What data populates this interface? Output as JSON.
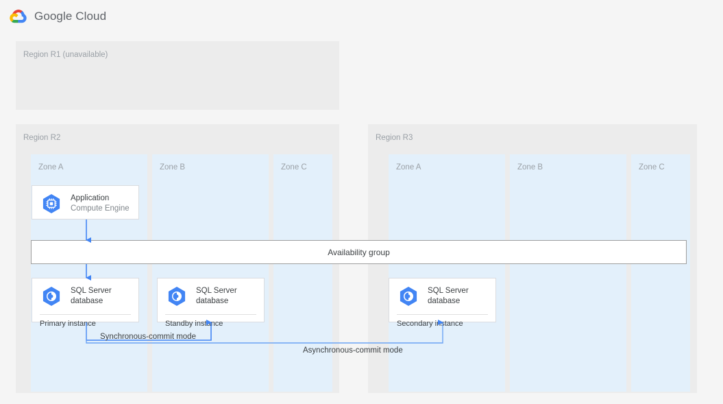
{
  "header": {
    "logo_icon": "google-cloud-logo",
    "title": "Google Cloud",
    "logo_colors": {
      "red": "#EA4335",
      "yellow": "#FBBC05",
      "green": "#34A853",
      "blue": "#4285F4"
    }
  },
  "colors": {
    "page_background": "#f5f5f5",
    "region_background": "#ececec",
    "zone_background": "#e3f0fb",
    "card_background": "#ffffff",
    "card_border": "#dadce0",
    "bar_border": "#9e9e9e",
    "connector_blue": "#4285f4",
    "icon_blue": "#4285f4",
    "muted_text": "#9aa0a6",
    "primary_text": "#3c4043"
  },
  "regions": [
    {
      "id": "r1",
      "label": "Region R1 (unavailable)",
      "available": false,
      "zones": []
    },
    {
      "id": "r2",
      "label": "Region R2",
      "available": true,
      "zones": [
        {
          "id": "r2-zone-a",
          "label": "Zone A"
        },
        {
          "id": "r2-zone-b",
          "label": "Zone B"
        },
        {
          "id": "r2-zone-c",
          "label": "Zone C"
        }
      ]
    },
    {
      "id": "r3",
      "label": "Region R3",
      "available": true,
      "zones": [
        {
          "id": "r3-zone-a",
          "label": "Zone A"
        },
        {
          "id": "r3-zone-b",
          "label": "Zone B"
        },
        {
          "id": "r3-zone-c",
          "label": "Zone C"
        }
      ]
    }
  ],
  "cards": {
    "application": {
      "icon": "compute-engine-icon",
      "title": "Application",
      "subtitle": "Compute Engine"
    },
    "primary_db": {
      "icon": "sql-server-database-icon",
      "title": "SQL Server\ndatabase",
      "footer": "Primary instance"
    },
    "standby_db": {
      "icon": "sql-server-database-icon",
      "title": "SQL Server\ndatabase",
      "footer": "Standby instance"
    },
    "secondary_db": {
      "icon": "sql-server-database-icon",
      "title": "SQL Server\ndatabase",
      "footer": "Secondary instance"
    }
  },
  "availability_group": {
    "label": "Availability group"
  },
  "connectors": {
    "synchronous": {
      "label": "Synchronous-commit mode",
      "from": "primary-instance",
      "to": "standby-instance"
    },
    "asynchronous": {
      "label": "Asynchronous-commit mode",
      "from": "primary-instance",
      "to": "secondary-instance"
    }
  }
}
